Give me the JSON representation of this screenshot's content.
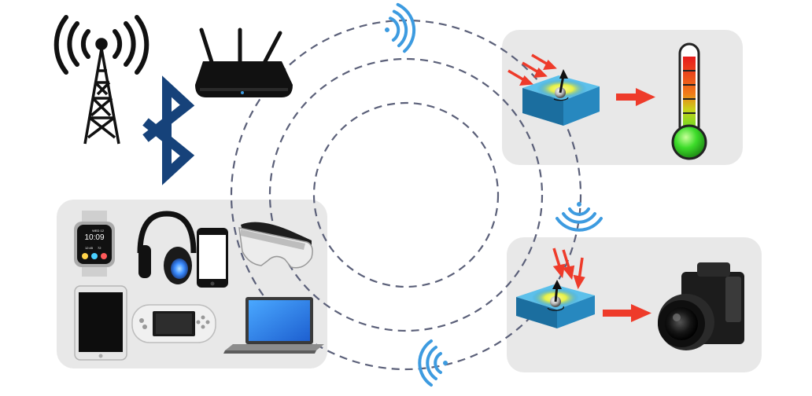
{
  "watch": {
    "day_label": "WED 12",
    "time": "10:09",
    "small_left": "12:45",
    "small_right": "72"
  },
  "icons": {
    "cell_tower": "cell-tower-icon",
    "bluetooth": "bluetooth-icon",
    "router": "wifi-router-icon",
    "thermometer": "thermometer-icon",
    "camera": "video-camera-icon",
    "smartwatch": "smartwatch-icon",
    "headphones": "headphones-icon",
    "smartphone": "smartphone-icon",
    "vr_headset": "vr-headset-icon",
    "tablet": "tablet-icon",
    "game_console": "handheld-console-icon",
    "laptop": "laptop-icon"
  },
  "colors": {
    "panel": "#e8e8e8",
    "wave_ring": "#5b6079",
    "wifi_signal": "#3d9be0",
    "arrow": "#ee3b2a",
    "bluetooth": "#16427a",
    "chip_top": "#2e93c8",
    "chip_glow": "#e9f24a",
    "thermo_hot": "#e61c1c",
    "thermo_cool": "#3ddc2a"
  }
}
